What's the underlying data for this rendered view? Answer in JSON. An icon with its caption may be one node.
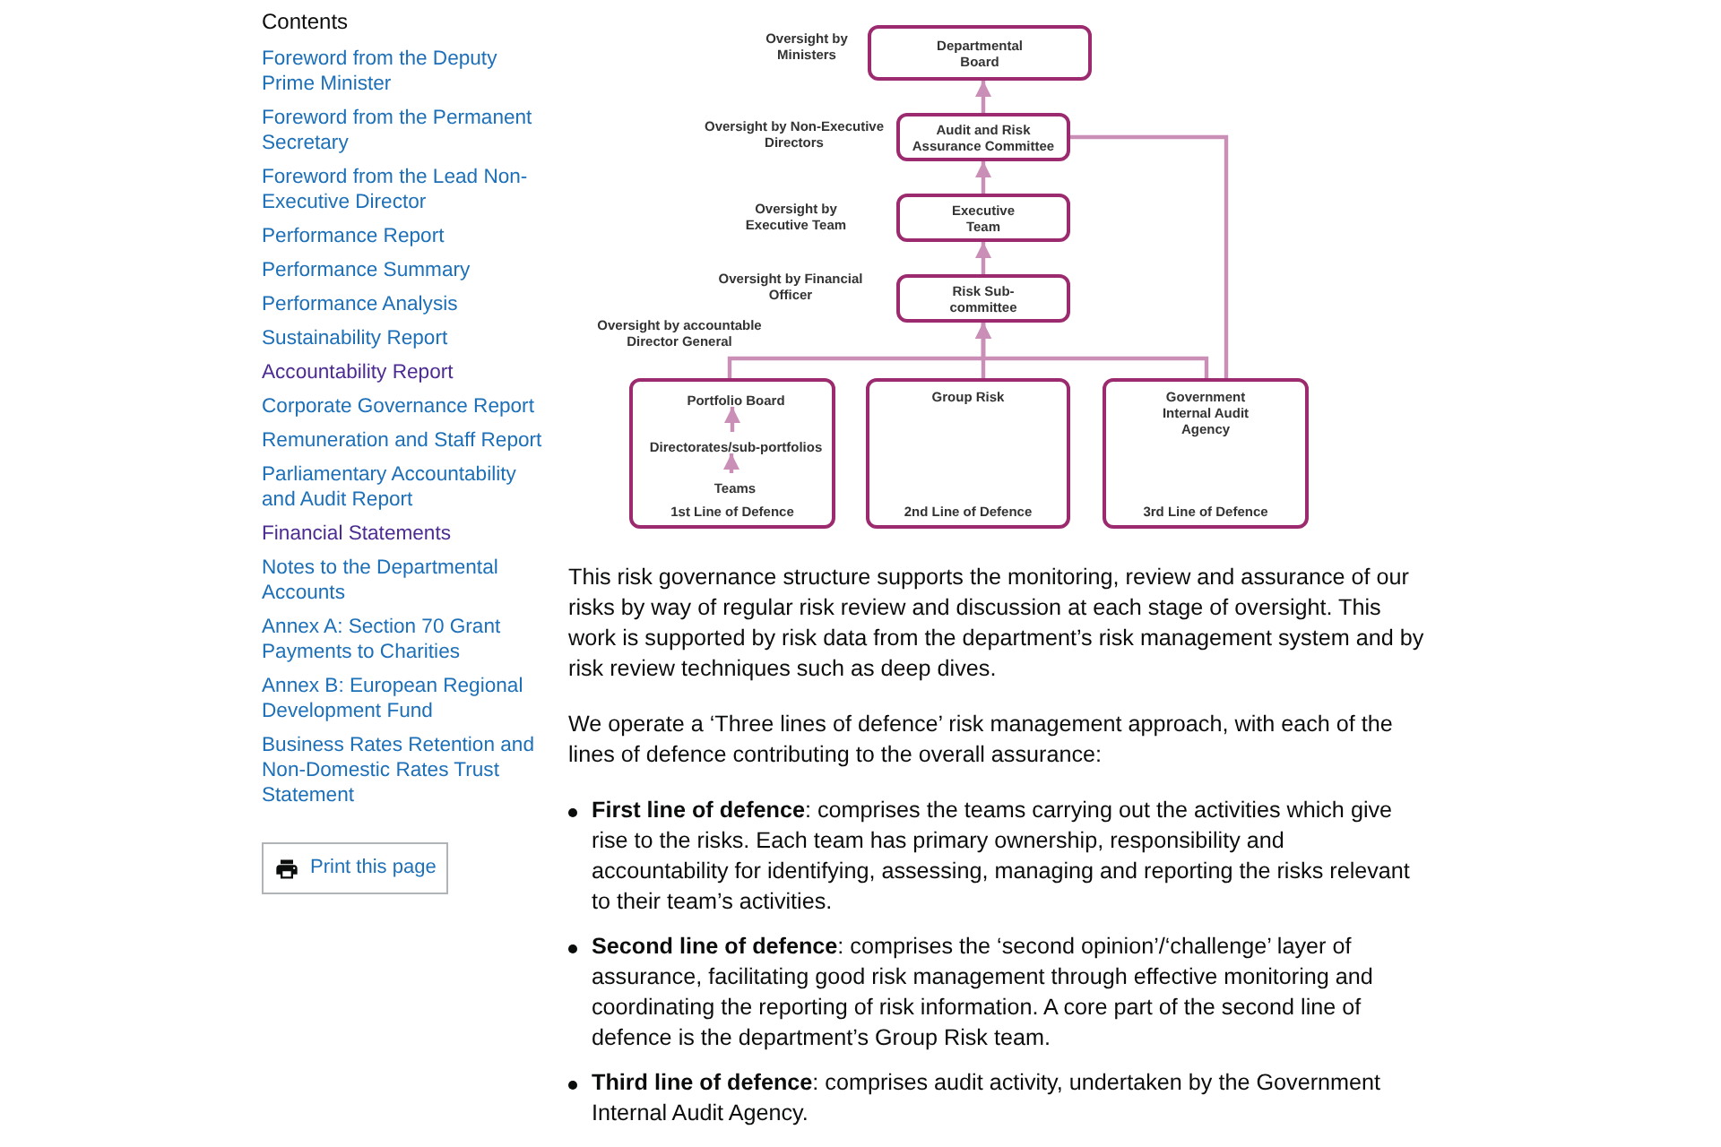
{
  "diagram": {
    "nodes": [
      {
        "text": [
          "Departmental Board"
        ],
        "beside": [
          "Oversight by Ministers"
        ]
      },
      {
        "text": [
          "Audit and Risk Assurance Committee"
        ],
        "beside": [
          "Oversight by Non-Executive Directors"
        ]
      },
      {
        "text": [
          "Executive Team"
        ],
        "beside": [
          "Oversight by Executive Team"
        ]
      },
      {
        "text": [
          "Risk Sub-committee"
        ],
        "beside": [
          "Oversight by Financial Officer"
        ]
      },
      {
        "text": [
          "1st Line of Defence"
        ],
        "beside": [
          "Oversight by accountable Director General"
        ]
      },
      {
        "text": [
          "Portfolio Board"
        ],
        "in": 4
      },
      {
        "text": [
          "Directorates/sub-portfolios"
        ],
        "in": 4
      },
      {
        "text": [
          "Teams"
        ],
        "in": 4
      },
      {
        "text": [
          "Group Risk",
          "2nd Line of Defence"
        ]
      },
      {
        "text": [
          "Government Internal Audit Agency",
          "3rd Line of Defence"
        ]
      }
    ],
    "edges": [
      {
        "from": 1,
        "to": 0,
        "arrow": "to"
      },
      {
        "from": 2,
        "to": 1,
        "arrow": "to"
      },
      {
        "from": 3,
        "to": 2,
        "arrow": "to"
      },
      {
        "from": 7,
        "to": 6,
        "arrow": "to"
      },
      {
        "from": 6,
        "to": 5,
        "arrow": "to"
      },
      {
        "from": 4,
        "to": 3,
        "arrow": "to"
      },
      {
        "from": 8,
        "to": 3,
        "arrow": "to"
      },
      {
        "from": 9,
        "to": 3,
        "arrow": "to"
      },
      {
        "from": 9,
        "to": 1,
        "arrow": "none"
      }
    ],
    "labels": [
      "Contents",
      "Foreword from the Deputy Prime Minister",
      "Foreword from the Permanent Secretary",
      "Foreword from the Lead Non-Executive Director",
      "Performance Report",
      "Performance Summary",
      "Performance Analysis",
      "Sustainability Report",
      "Accountability Report",
      "Corporate Governance Report",
      "Remuneration and Staff Report",
      "Parliamentary Accountability and Audit Report",
      "Financial Statements",
      "Notes to the Departmental Accounts",
      "Annex A: Section 70 Grant Payments to Charities",
      "Annex B: European Regional Development Fund",
      "Business Rates Retention and Non-Domestic Rates Trust Statement",
      "Print this page",
      "This risk governance structure supports the monitoring, review and assurance of our risks by way of regular risk review and discussion at each stage of oversight. This work is supported by risk data from the department’s risk management system and by risk review techniques such as deep dives.",
      "We operate a ‘Three lines of defence’ risk management approach, with each of the lines of defence contributing to the overall assurance:",
      "**First line of defence**: comprises the teams carrying out the activities which give rise to the risks. Each team has primary ownership, responsibility and accountability for identifying, assessing, managing and reporting the risks relevant to their team’s activities.",
      "**Second line of defence**: comprises the ‘second opinion’/‘challenge’ layer of assurance, facilitating good risk management through effective monitoring and coordinating the reporting of risk information. A core part of the second line of defence is the department’s Group Risk team.",
      "**Third line of defence**: comprises audit activity, undertaken by the Government Internal Audit Agency."
    ]
  }
}
